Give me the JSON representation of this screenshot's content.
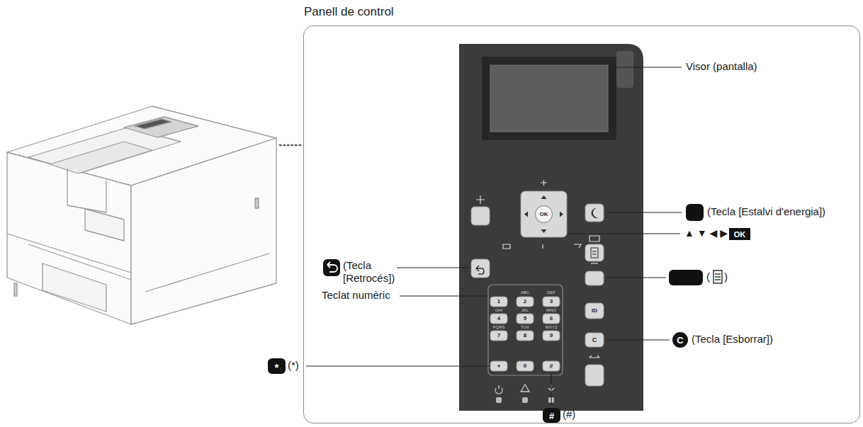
{
  "diagram": {
    "nodes": [
      {
        "text": [
          "Panell de control"
        ]
      }
    ],
    "labels": [
      "Visor (pantalla)",
      "(Tecla [Estalvi d'energia])",
      "▲ ▼ ◀ ▶",
      "OK",
      "(Tecla [Retrocés])",
      "Teclat numèric",
      "(",
      ")",
      "*",
      "(*)",
      "C",
      "(Tecla [Esborrar])",
      "#",
      "(#)",
      "OK",
      "1",
      "2",
      "3",
      "4",
      "5",
      "6",
      "7",
      "8",
      "9",
      "0",
      "ABC",
      "DEF",
      "GHI",
      "JKL",
      "MNO",
      "PQRS",
      "TUV",
      "WXYZ",
      "*",
      "#",
      "ID",
      "C"
    ]
  }
}
